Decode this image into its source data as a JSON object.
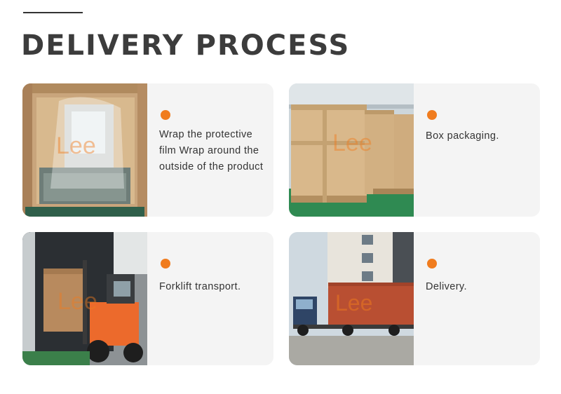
{
  "heading": "DELIVERY PROCESS",
  "accent_color": "#f07c1e",
  "steps": [
    {
      "caption": "Wrap the protective film Wrap around the outside of the product",
      "watermark": "Lee",
      "photo": "machine wrapped in protective film inside wooden crate"
    },
    {
      "caption": "Box packaging.",
      "watermark": "Lee",
      "photo": "plywood shipping crates in warehouse"
    },
    {
      "caption": "Forklift transport.",
      "watermark": "Lee",
      "photo": "orange forklift loading crate into container"
    },
    {
      "caption": "Delivery.",
      "watermark": "Lee",
      "photo": "truck with red shipping container outside factory"
    }
  ]
}
